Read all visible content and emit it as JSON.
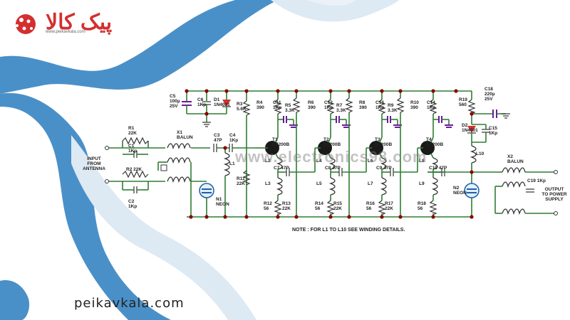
{
  "brand": {
    "logo_text": "پیک کالا",
    "logo_sub": "www.peikavkala.com",
    "site_url": "peikavkala.com"
  },
  "watermark": "www.electronics98.com",
  "colors": {
    "wave_blue": "#4a90c8",
    "wave_light": "#dde9f3",
    "wire_green": "#2e7d32",
    "brand_red": "#d32f2f",
    "cap_purple": "#6a1b9a"
  },
  "circuit": {
    "input_label": [
      "INPUT",
      "FROM",
      "ANTENNA"
    ],
    "output_label": [
      "OUTPUT",
      "TO POWER",
      "SUPPLY"
    ],
    "note": "NOTE : FOR L1 TO L10 SEE WINDING DETAILS.",
    "components": {
      "R1": [
        "R1",
        "22K"
      ],
      "C1": [
        "C1",
        "1Kp"
      ],
      "R2": [
        "R2 22K"
      ],
      "C2": [
        "C2",
        "1Kp"
      ],
      "X1": [
        "X1",
        "BALUN"
      ],
      "N1": [
        "N1",
        "NEON"
      ],
      "C3": [
        "C3",
        "47P"
      ],
      "C4": [
        "C4",
        "1Kp"
      ],
      "L1": [
        "L1"
      ],
      "C5": [
        "C5",
        "100µ",
        "25V"
      ],
      "C6": [
        "C6",
        "1Kp"
      ],
      "D1": [
        "D1",
        "1N4001"
      ],
      "R3": [
        "R3",
        "5.6K"
      ],
      "R11": [
        "R11",
        "22K"
      ],
      "R4": [
        "R4",
        "390"
      ],
      "C11": [
        "C11",
        "1Kp"
      ],
      "R5": [
        "R5",
        "3.3K"
      ],
      "T1": [
        "T1",
        "BF200B"
      ],
      "L2": [
        "L2"
      ],
      "C7": [
        "C7 47P"
      ],
      "L3": [
        "L3"
      ],
      "R12": [
        "R12",
        "56"
      ],
      "R13": [
        "R13",
        "22K"
      ],
      "R6": [
        "R6",
        "390"
      ],
      "C12": [
        "C12",
        "1Kp"
      ],
      "R7": [
        "R7",
        "3.3K"
      ],
      "T2": [
        "T2",
        "BF200B"
      ],
      "L4": [
        "L4"
      ],
      "C8": [
        "C8 47P"
      ],
      "L5": [
        "L5"
      ],
      "R14": [
        "R14",
        "56"
      ],
      "R15": [
        "R15",
        "22K"
      ],
      "R8": [
        "R8",
        "390"
      ],
      "C13": [
        "C13",
        "1Kp"
      ],
      "R9": [
        "R9",
        "3.3K"
      ],
      "T3": [
        "T3",
        "BF200B"
      ],
      "L6": [
        "L6"
      ],
      "C9": [
        "C9 47P"
      ],
      "L7": [
        "L7"
      ],
      "R16": [
        "R16",
        "56"
      ],
      "R17": [
        "R17",
        "22K"
      ],
      "R10": [
        "R10",
        "390"
      ],
      "C14": [
        "C14",
        "1Kp"
      ],
      "T4": [
        "T4",
        "BF200B"
      ],
      "L8": [
        "L8"
      ],
      "C10": [
        "C10 47P"
      ],
      "L9": [
        "L9"
      ],
      "R18": [
        "R18",
        "56"
      ],
      "R19": [
        "R19",
        "560"
      ],
      "C18": [
        "C18",
        "220µ",
        "25V"
      ],
      "D2": [
        "D2",
        "1N4001"
      ],
      "C15": [
        "C15",
        "1Kp"
      ],
      "L10": [
        "L10"
      ],
      "N2": [
        "N2",
        "NEON"
      ],
      "X2": [
        "X2",
        "BALUN"
      ],
      "C19": [
        "C19 1Kp"
      ]
    }
  }
}
